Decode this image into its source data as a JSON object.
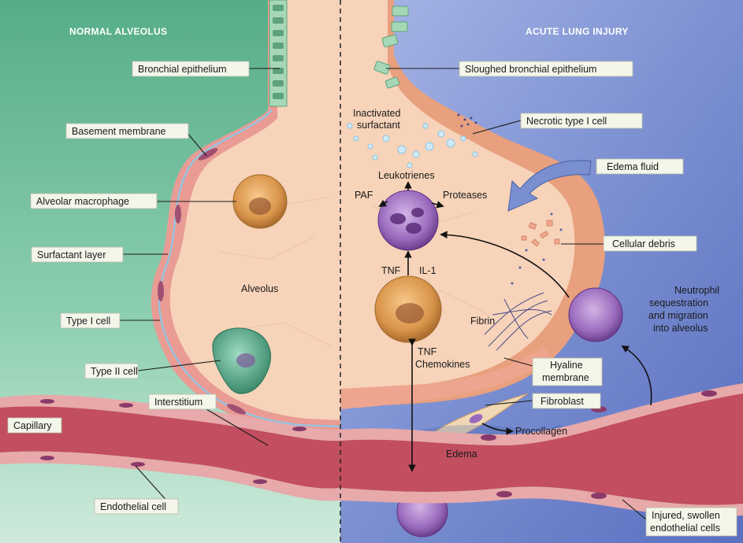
{
  "panels": {
    "left_title": "NORMAL ALVEOLUS",
    "right_title": "ACUTE LUNG INJURY"
  },
  "labels": {
    "bronchial_epithelium": "Bronchial epithelium",
    "basement_membrane": "Basement membrane",
    "alveolar_macrophage": "Alveolar macrophage",
    "surfactant_layer": "Surfactant layer",
    "alveolus": "Alveolus",
    "type1_cell": "Type I cell",
    "type2_cell": "Type II cell",
    "interstitium": "Interstitium",
    "capillary": "Capillary",
    "endothelial_cell": "Endothelial cell",
    "sloughed_epithelium": "Sloughed bronchial epithelium",
    "inactivated_surfactant_1": "Inactivated",
    "inactivated_surfactant_2": "surfactant",
    "necrotic_type1": "Necrotic type I cell",
    "edema_fluid": "Edema fluid",
    "leukotrienes": "Leukotrienes",
    "paf": "PAF",
    "proteases": "Proteases",
    "cellular_debris": "Cellular debris",
    "tnf_top": "TNF",
    "il1": "IL-1",
    "fibrin": "Fibrin",
    "neutrophil_1": "Neutrophil",
    "neutrophil_2": "sequestration",
    "neutrophil_3": "and migration",
    "neutrophil_4": "into alveolus",
    "tnf_bottom": "TNF",
    "chemokines": "Chemokines",
    "hyaline_1": "Hyaline",
    "hyaline_2": "membrane",
    "fibroblast": "Fibroblast",
    "procollagen": "Procollagen",
    "edema": "Edema",
    "injured_1": "Injured, swollen",
    "injured_2": "endothelial cells"
  },
  "colors": {
    "normal_bg": "#7cc3a0",
    "injury_bg": "#8ea0d8",
    "alveolus_fill": "#f6d3b9",
    "wall": "#e89a8f",
    "capillary": "#c5485c",
    "macrophage": "#d99a4e",
    "neutrophil": "#8a5aa8",
    "type2": "#5aa58a"
  }
}
